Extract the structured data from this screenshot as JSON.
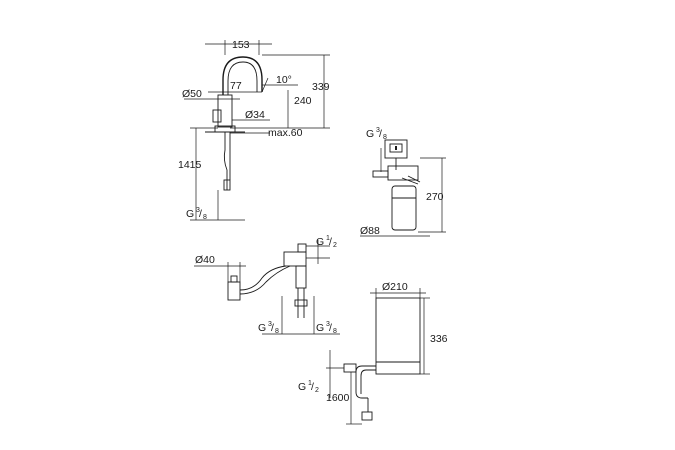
{
  "labels": {
    "faucet_spout_reach": "153",
    "faucet_height": "339",
    "faucet_swivel_angle": "10°",
    "faucet_offset": "77",
    "faucet_body_diameter": "Ø50",
    "faucet_spout_height": "240",
    "faucet_mount_diameter": "Ø34",
    "faucet_max_thickness": "max.60",
    "faucet_hose_length": "1415",
    "faucet_connection": "G",
    "faucet_connection_num": "3",
    "faucet_connection_den": "8",
    "filter_connection": "G",
    "filter_connection_num": "3",
    "filter_connection_den": "8",
    "filter_height": "270",
    "filter_diameter": "Ø88",
    "valve_connection": "G",
    "valve_connection_num": "1",
    "valve_connection_den": "2",
    "valve_diameter": "Ø40",
    "valve_out_left": "G",
    "valve_out_left_num": "3",
    "valve_out_left_den": "8",
    "valve_out_right": "G",
    "valve_out_right_num": "3",
    "valve_out_right_den": "8",
    "chiller_diameter": "Ø210",
    "chiller_height": "336",
    "chiller_connection": "G",
    "chiller_connection_num": "1",
    "chiller_connection_den": "2",
    "chiller_hose_length": "1600"
  }
}
